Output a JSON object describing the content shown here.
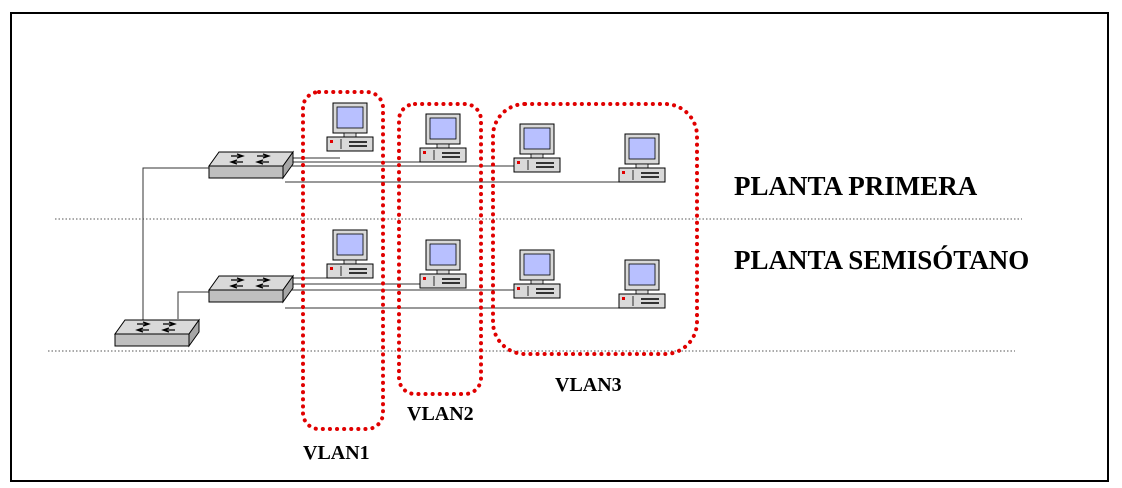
{
  "floors": {
    "upper": "PLANTA PRIMERA",
    "lower": "PLANTA SEMISÓTANO"
  },
  "vlans": {
    "vlan1": "VLAN1",
    "vlan2": "VLAN2",
    "vlan3": "VLAN3"
  },
  "colors": {
    "vlan_border": "#e00000",
    "monitor_screen": "#b8c0ff",
    "device_body": "#d9d9d9",
    "line": "#333333"
  }
}
